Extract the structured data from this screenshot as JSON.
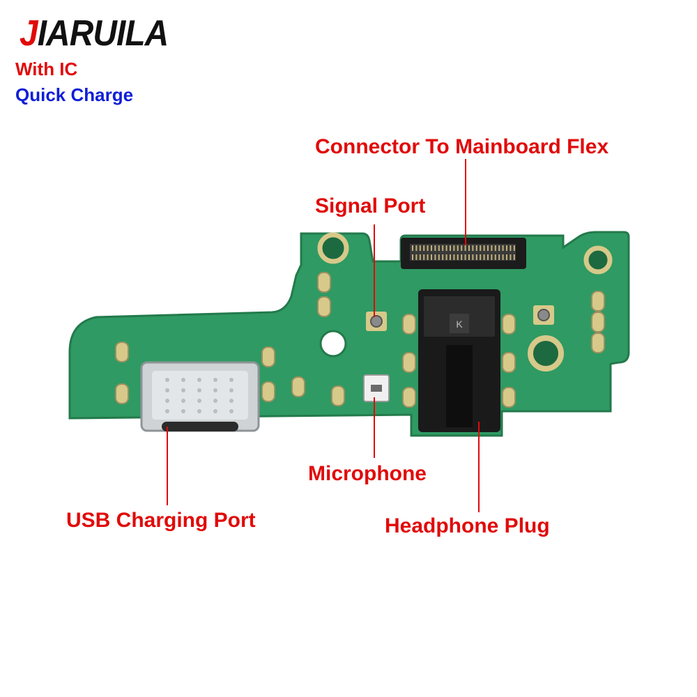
{
  "brand": {
    "first_letter": "J",
    "rest": "IARUILA"
  },
  "tags": {
    "with_ic": "With IC",
    "quick_charge": "Quick Charge"
  },
  "callouts": {
    "connector": "Connector To Mainboard Flex",
    "signal": "Signal Port",
    "microphone": "Microphone",
    "usb": "USB Charging Port",
    "headphone": "Headphone Plug"
  },
  "colors": {
    "pcb": "#2f9a63",
    "pcb_dark": "#237a4c",
    "pad": "#d7c98a",
    "callout": "#e10a0a",
    "quick_charge": "#0f1fd6"
  },
  "jack_marking": "K"
}
